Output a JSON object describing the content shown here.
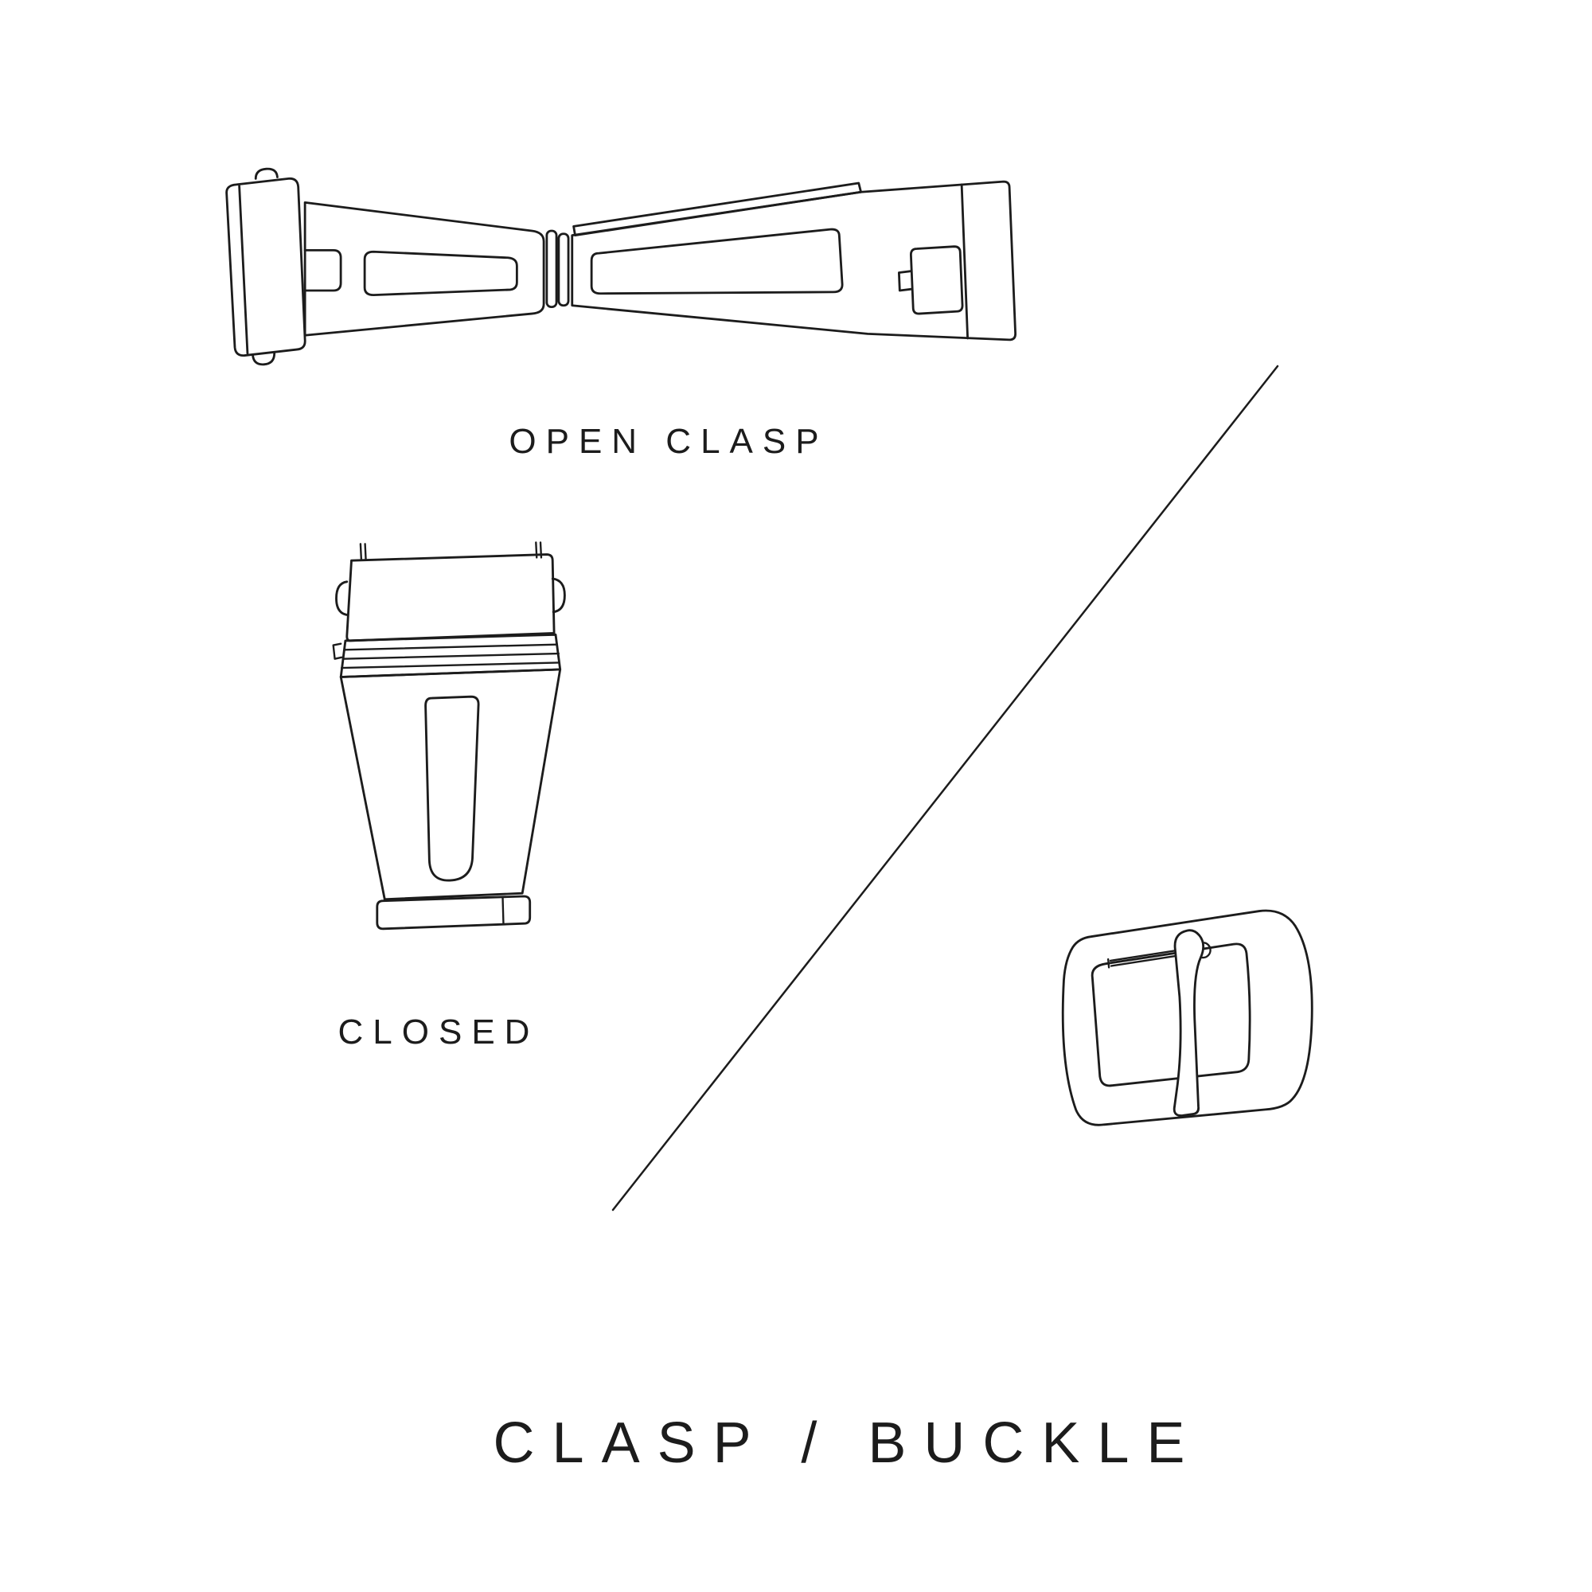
{
  "page": {
    "background": "#ffffff",
    "line_color": "#1c1c1c"
  },
  "labels": {
    "open_clasp": "OPEN CLASP",
    "closed": "CLOSED",
    "title": "CLASP / BUCKLE"
  },
  "figures": {
    "open_clasp_icon": "open-deployant-clasp-illustration",
    "closed_clasp_icon": "closed-clasp-illustration",
    "buckle_icon": "tang-buckle-illustration",
    "divider": "diagonal-divider-line"
  }
}
